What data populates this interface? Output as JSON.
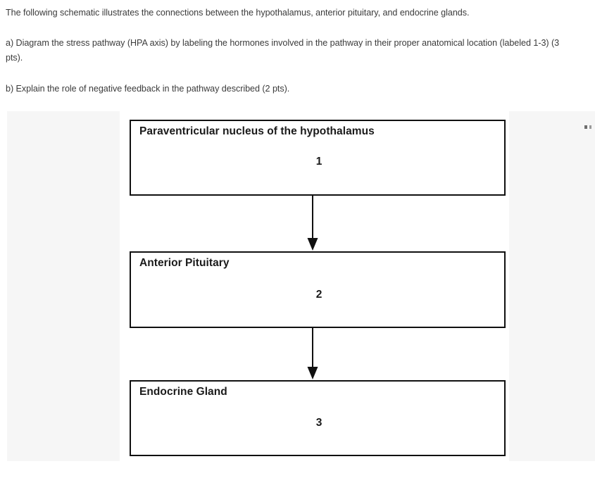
{
  "question": {
    "intro": "The following schematic illustrates the connections between the hypothalamus, anterior pituitary, and endocrine glands.",
    "part_a": "a) Diagram the stress pathway (HPA axis) by labeling the hormones involved in the pathway in their proper anatomical location (labeled 1-3) (3 pts).",
    "part_b": "b) Explain the role of negative feedback in the pathway described (2 pts)."
  },
  "figure": {
    "background_color": "#f6f6f6",
    "canvas_color": "#ffffff",
    "border_color": "#101010",
    "boxes": [
      {
        "title": "Paraventricular nucleus of the hypothalamus",
        "number": "1"
      },
      {
        "title": "Anterior Pituitary",
        "number": "2"
      },
      {
        "title": "Endocrine Gland",
        "number": "3"
      }
    ],
    "arrows": [
      {
        "direction": "down",
        "from": "Paraventricular nucleus of the hypothalamus",
        "to": "Anterior Pituitary"
      },
      {
        "direction": "down",
        "from": "Anterior Pituitary",
        "to": "Endocrine Gland"
      }
    ]
  }
}
